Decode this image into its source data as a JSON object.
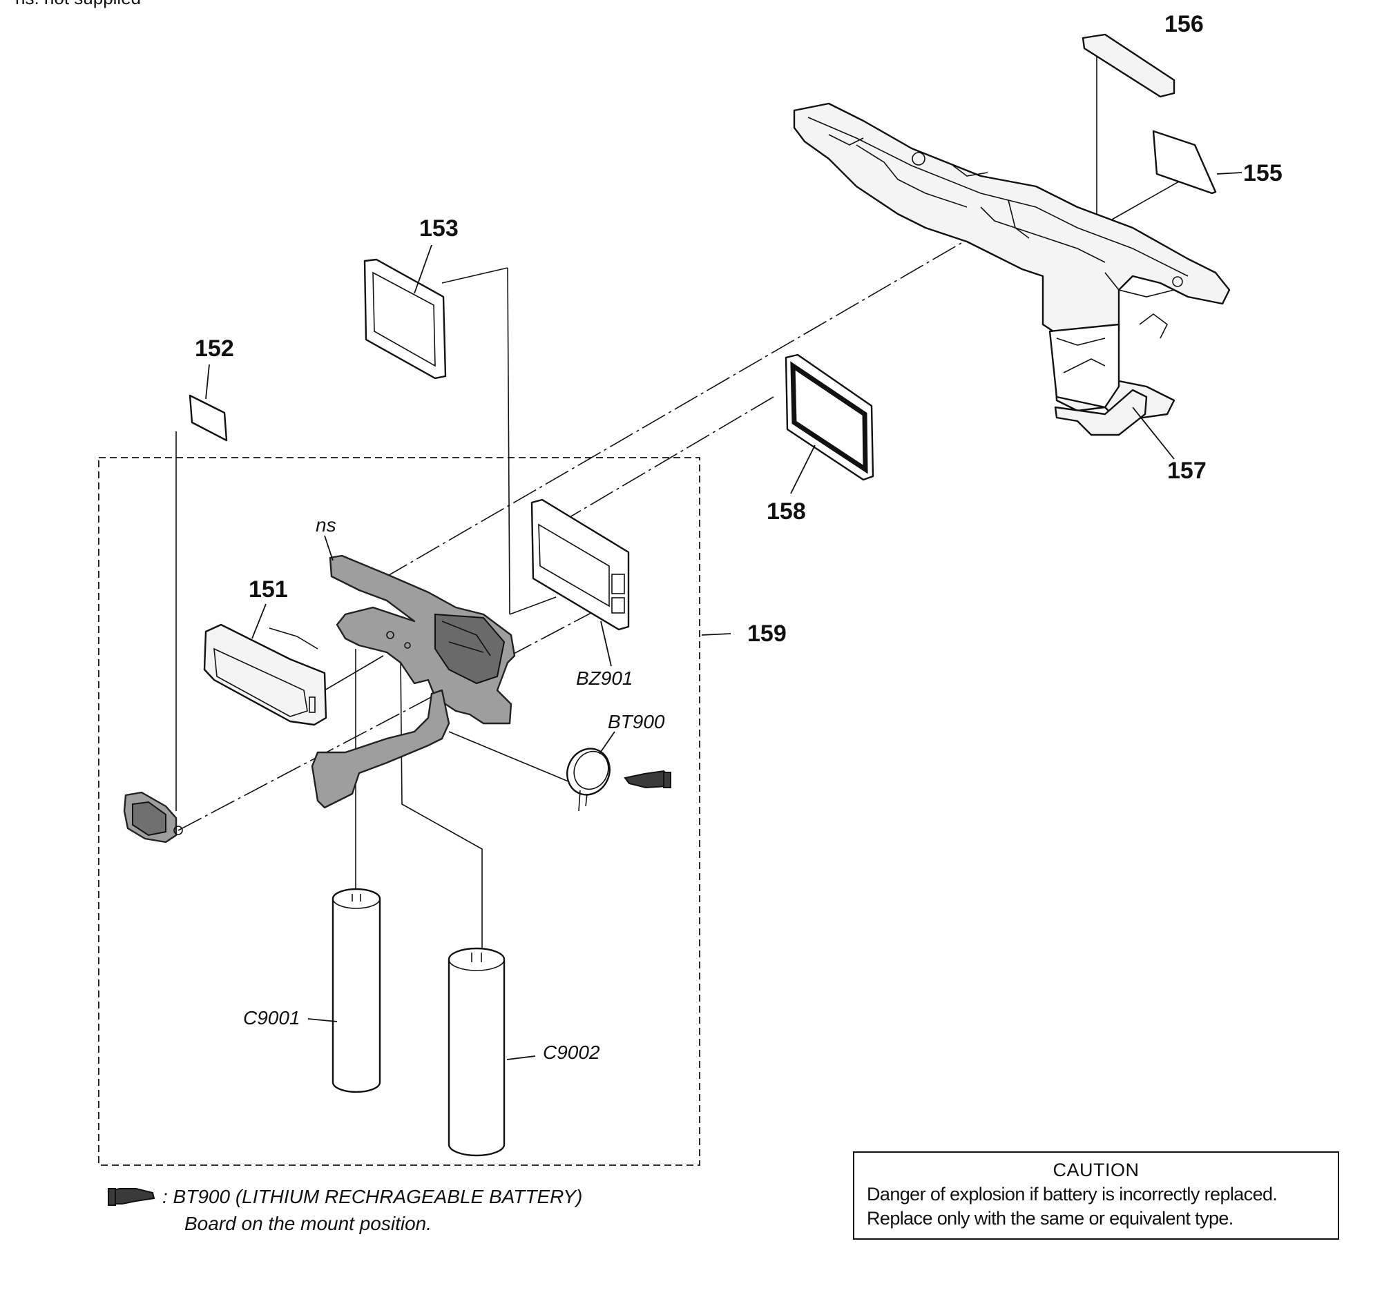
{
  "top_note": "ns: not supplied",
  "part_numbers": {
    "p151": "151",
    "p152": "152",
    "p153": "153",
    "p155": "155",
    "p156": "156",
    "p157": "157",
    "p158": "158",
    "p159": "159"
  },
  "references": {
    "ns": "ns",
    "bz901": "BZ901",
    "bt900": "BT900",
    "c9001": "C9001",
    "c9002": "C9002"
  },
  "legend": {
    "icon": "pointing-hand-icon",
    "line1": ": BT900 (LITHIUM RECHRAGEABLE BATTERY)",
    "line2": "Board on the mount position."
  },
  "caution": {
    "title": "CAUTION",
    "line1": "Danger of explosion if battery is incorrectly replaced.",
    "line2": "Replace only with the same or equivalent type."
  }
}
